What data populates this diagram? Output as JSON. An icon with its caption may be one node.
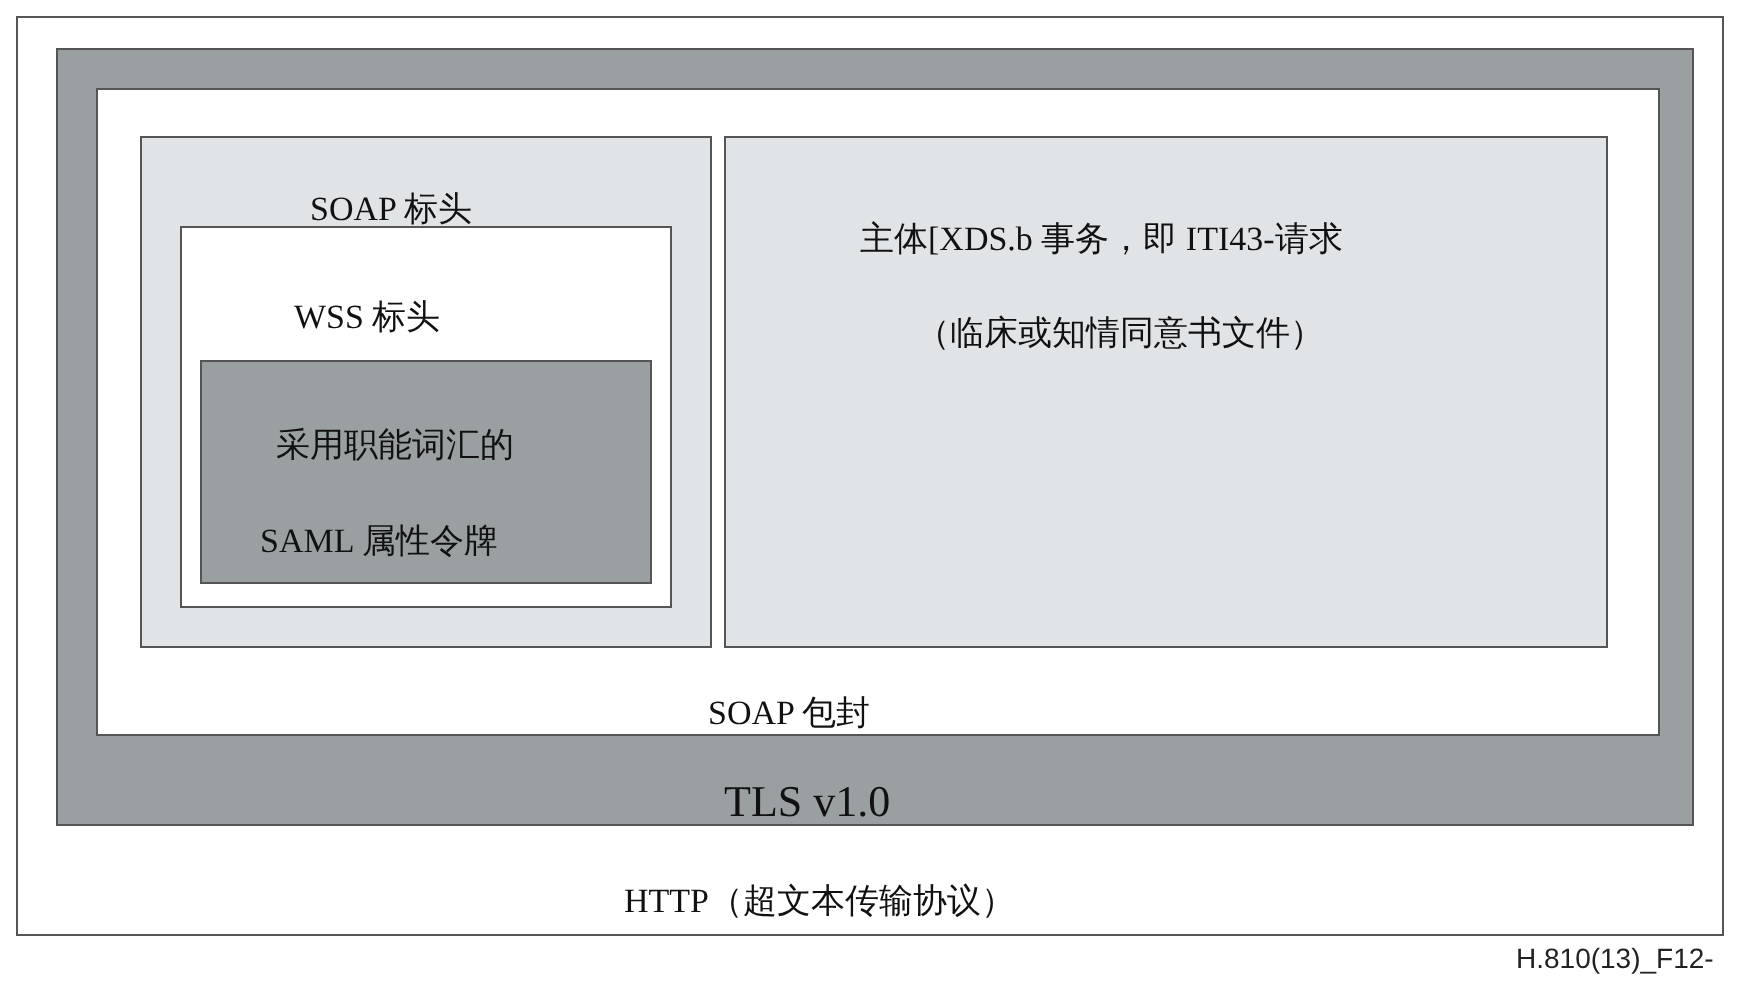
{
  "diagram": {
    "nodes": [
      {
        "text": [
          "HTTP（超文本传输协议）"
        ]
      },
      {
        "text": [
          "TLS v1.0"
        ],
        "in": 0
      },
      {
        "text": [
          "SOAP 包封"
        ],
        "in": 1
      },
      {
        "text": [
          "SOAP 标头"
        ],
        "in": 2
      },
      {
        "text": [
          "WSS 标头"
        ],
        "in": 3
      },
      {
        "text": [
          "采用职能词汇的",
          "SAML 属性令牌"
        ],
        "in": 4
      },
      {
        "text": [
          "主体[XDS.b 事务，即 ITI43-请求",
          "（临床或知情同意书文件）"
        ],
        "in": 2
      }
    ],
    "labels": [
      "H.810(13)_F12-"
    ]
  }
}
